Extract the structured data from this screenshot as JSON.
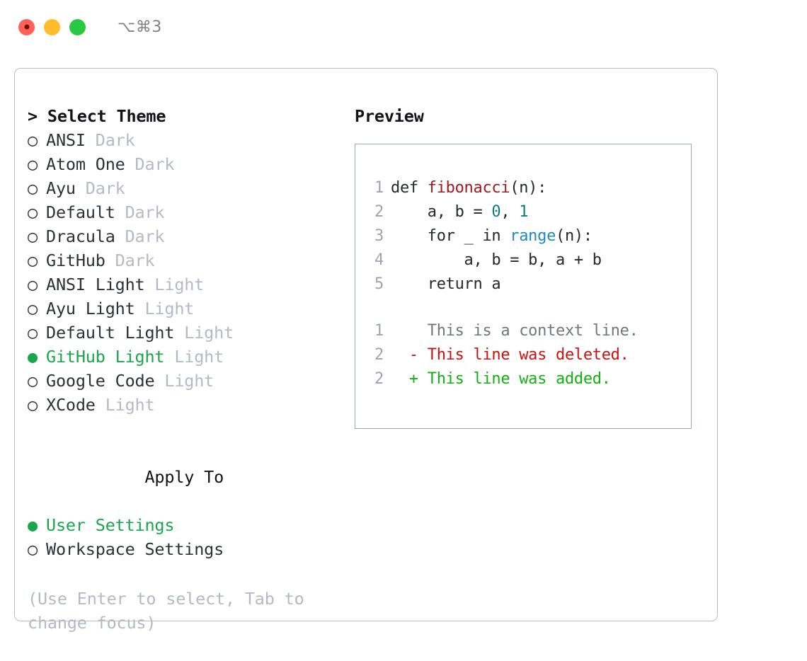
{
  "titlebar": {
    "shortcut": "⌥⌘3",
    "dots": [
      "close-dot",
      "minimize-dot",
      "zoom-dot"
    ]
  },
  "colors": {
    "accent_green": "#1aa74b",
    "tag_gray": "#b1bac6",
    "border": "#b4bdc9",
    "preview_border": "#9aa8bc",
    "code_fg": "#24292e",
    "fn_red": "#a3191f",
    "num_teal": "#0a7f83",
    "builtin_blue": "#2189c0",
    "diff_del": "#cc1111",
    "diff_add": "#13b013"
  },
  "theme_picker": {
    "heading": "> Select Theme",
    "marker_unselected": "○",
    "marker_selected": "●",
    "options": [
      {
        "marker": "○",
        "label": "ANSI",
        "tag": "Dark",
        "selected": false
      },
      {
        "marker": "○",
        "label": "Atom One",
        "tag": "Dark",
        "selected": false
      },
      {
        "marker": "○",
        "label": "Ayu",
        "tag": "Dark",
        "selected": false
      },
      {
        "marker": "○",
        "label": "Default",
        "tag": "Dark",
        "selected": false
      },
      {
        "marker": "○",
        "label": "Dracula",
        "tag": "Dark",
        "selected": false
      },
      {
        "marker": "○",
        "label": "GitHub",
        "tag": "Dark",
        "selected": false
      },
      {
        "marker": "○",
        "label": "ANSI Light",
        "tag": "Light",
        "selected": false
      },
      {
        "marker": "○",
        "label": "Ayu Light",
        "tag": "Light",
        "selected": false
      },
      {
        "marker": "○",
        "label": "Default Light",
        "tag": "Light",
        "selected": false
      },
      {
        "marker": "●",
        "label": "GitHub Light",
        "tag": "Light",
        "selected": true
      },
      {
        "marker": "○",
        "label": "Google Code",
        "tag": "Light",
        "selected": false
      },
      {
        "marker": "○",
        "label": "XCode",
        "tag": "Light",
        "selected": false
      }
    ]
  },
  "apply_to": {
    "heading": "Apply To",
    "options": [
      {
        "marker": "●",
        "label": "User Settings",
        "selected": true
      },
      {
        "marker": "○",
        "label": "Workspace Settings",
        "selected": false
      }
    ]
  },
  "hint": "(Use Enter to select, Tab to change focus)",
  "preview": {
    "heading": "Preview",
    "code_lines": [
      {
        "number": "1",
        "tokens": [
          {
            "text": "def ",
            "kind": "kw"
          },
          {
            "text": "fibonacci",
            "kind": "fn"
          },
          {
            "text": "(n):",
            "kind": "pl"
          }
        ]
      },
      {
        "number": "2",
        "tokens": [
          {
            "text": "    a, b = ",
            "kind": "pl"
          },
          {
            "text": "0",
            "kind": "num"
          },
          {
            "text": ", ",
            "kind": "pl"
          },
          {
            "text": "1",
            "kind": "num"
          }
        ]
      },
      {
        "number": "3",
        "tokens": [
          {
            "text": "    for _ in ",
            "kind": "kw"
          },
          {
            "text": "range",
            "kind": "bi"
          },
          {
            "text": "(n):",
            "kind": "pl"
          }
        ]
      },
      {
        "number": "4",
        "tokens": [
          {
            "text": "        a, b = b, a + b",
            "kind": "pl"
          }
        ]
      },
      {
        "number": "5",
        "tokens": [
          {
            "text": "    return a",
            "kind": "kw"
          }
        ]
      }
    ],
    "diff_lines": [
      {
        "number": "1",
        "sign": "  ",
        "text": "This is a context line.",
        "kind": "ctx"
      },
      {
        "number": "2",
        "sign": "- ",
        "text": "This line was deleted.",
        "kind": "del"
      },
      {
        "number": "2",
        "sign": "+ ",
        "text": "This line was added.",
        "kind": "add"
      }
    ]
  }
}
